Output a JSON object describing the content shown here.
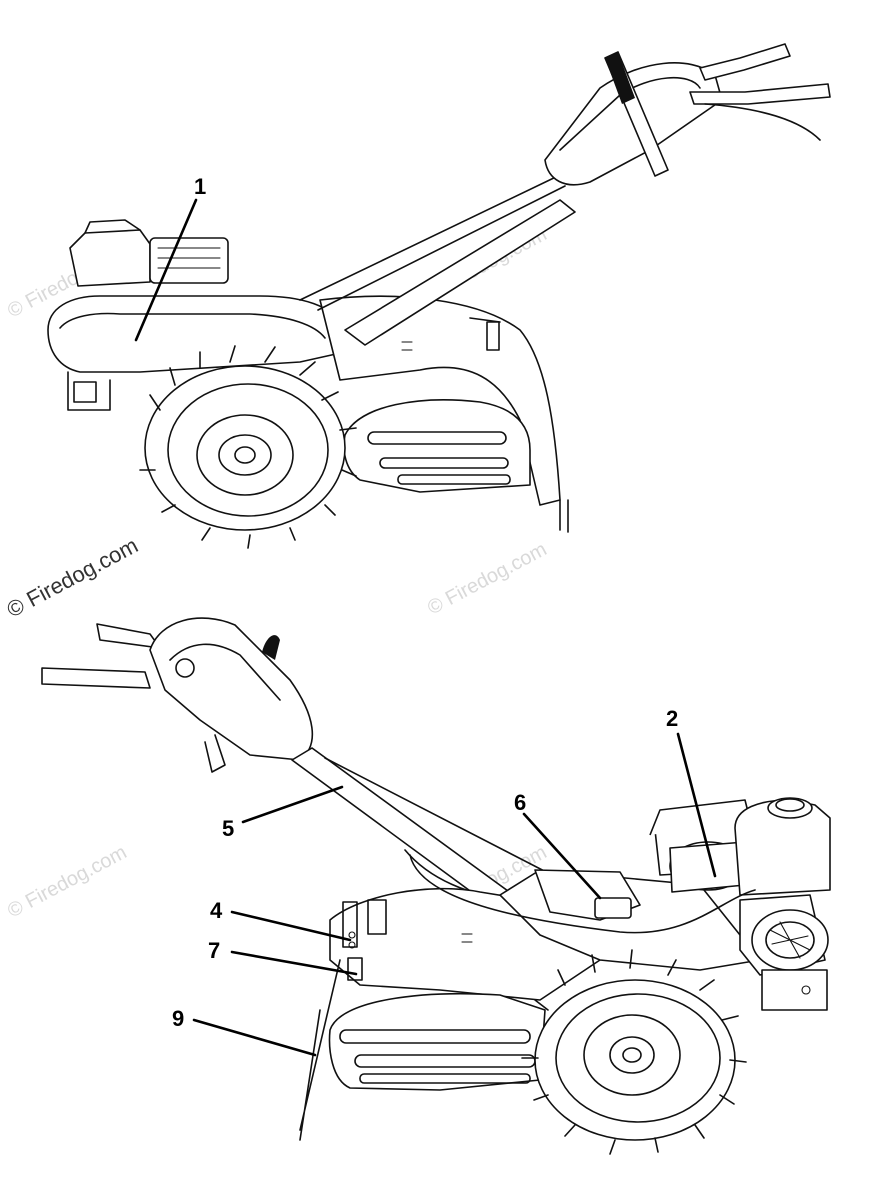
{
  "watermark": {
    "main_text": "© Firedog.com",
    "faint_text": "© Firedog.com"
  },
  "callouts": {
    "c1": "1",
    "c2": "2",
    "c4": "4",
    "c5": "5",
    "c6": "6",
    "c7": "7",
    "c9": "9"
  }
}
